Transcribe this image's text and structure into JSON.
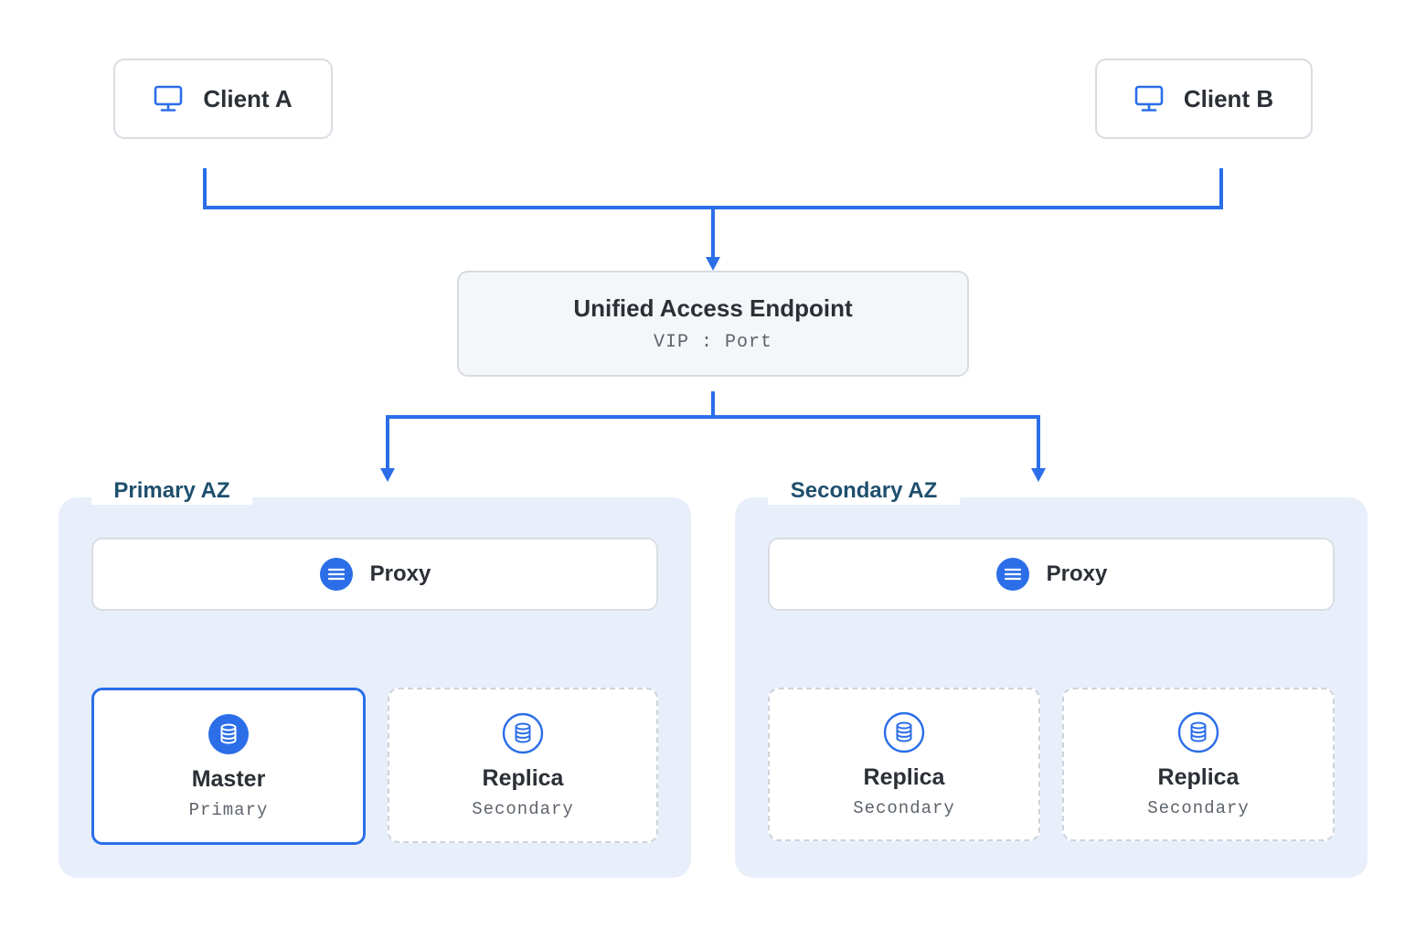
{
  "clients": [
    {
      "label": "Client A",
      "icon": "monitor-icon"
    },
    {
      "label": "Client B",
      "icon": "monitor-icon"
    }
  ],
  "endpoint": {
    "title": "Unified Access Endpoint",
    "subtitle": "VIP : Port"
  },
  "zones": [
    {
      "label": "Primary AZ",
      "proxy": {
        "label": "Proxy",
        "icon": "proxy-icon"
      },
      "nodes": [
        {
          "title": "Master",
          "subtitle": "Primary",
          "icon": "database-icon"
        },
        {
          "title": "Replica",
          "subtitle": "Secondary",
          "icon": "database-icon"
        }
      ]
    },
    {
      "label": "Secondary AZ",
      "proxy": {
        "label": "Proxy",
        "icon": "proxy-icon"
      },
      "nodes": [
        {
          "title": "Replica",
          "subtitle": "Secondary",
          "icon": "database-icon"
        },
        {
          "title": "Replica",
          "subtitle": "Secondary",
          "icon": "database-icon"
        }
      ]
    }
  ],
  "colors": {
    "accent": "#2b6ee8",
    "zone_bg": "#e8effb",
    "zone_label": "#1f4f6e",
    "border": "#d9dde3",
    "endpoint_bg": "#f4f6f9",
    "text": "#2b2f36",
    "muted_text": "#5d636b"
  }
}
